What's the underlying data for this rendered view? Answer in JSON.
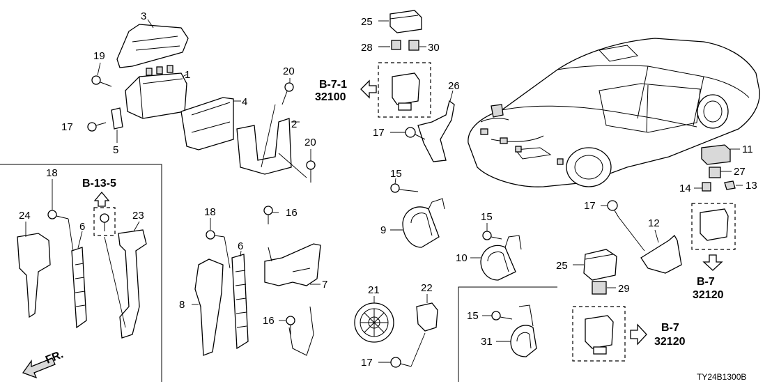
{
  "diagram_code": "TY24B1300B",
  "front_marker": "FR.",
  "callouts": [
    {
      "id": "c1",
      "text": "1"
    },
    {
      "id": "c2",
      "text": "2"
    },
    {
      "id": "c3",
      "text": "3"
    },
    {
      "id": "c4",
      "text": "4"
    },
    {
      "id": "c5",
      "text": "5"
    },
    {
      "id": "c6a",
      "text": "6"
    },
    {
      "id": "c6b",
      "text": "6"
    },
    {
      "id": "c7",
      "text": "7"
    },
    {
      "id": "c8",
      "text": "8"
    },
    {
      "id": "c9",
      "text": "9"
    },
    {
      "id": "c10",
      "text": "10"
    },
    {
      "id": "c11",
      "text": "11"
    },
    {
      "id": "c12",
      "text": "12"
    },
    {
      "id": "c13",
      "text": "13"
    },
    {
      "id": "c14",
      "text": "14"
    },
    {
      "id": "c15a",
      "text": "15"
    },
    {
      "id": "c15b",
      "text": "15"
    },
    {
      "id": "c15c",
      "text": "15"
    },
    {
      "id": "c16a",
      "text": "16"
    },
    {
      "id": "c16b",
      "text": "16"
    },
    {
      "id": "c17a",
      "text": "17"
    },
    {
      "id": "c17b",
      "text": "17"
    },
    {
      "id": "c17c",
      "text": "17"
    },
    {
      "id": "c17d",
      "text": "17"
    },
    {
      "id": "c18a",
      "text": "18"
    },
    {
      "id": "c18b",
      "text": "18"
    },
    {
      "id": "c19",
      "text": "19"
    },
    {
      "id": "c20a",
      "text": "20"
    },
    {
      "id": "c20b",
      "text": "20"
    },
    {
      "id": "c21",
      "text": "21"
    },
    {
      "id": "c22",
      "text": "22"
    },
    {
      "id": "c23",
      "text": "23"
    },
    {
      "id": "c24",
      "text": "24"
    },
    {
      "id": "c25a",
      "text": "25"
    },
    {
      "id": "c25b",
      "text": "25"
    },
    {
      "id": "c26",
      "text": "26"
    },
    {
      "id": "c27",
      "text": "27"
    },
    {
      "id": "c28",
      "text": "28"
    },
    {
      "id": "c29",
      "text": "29"
    },
    {
      "id": "c30",
      "text": "30"
    },
    {
      "id": "c31",
      "text": "31"
    }
  ],
  "references": [
    {
      "id": "ref_b71",
      "code": "B-7-1",
      "number": "32100"
    },
    {
      "id": "ref_b135",
      "code": "B-13-5",
      "number": ""
    },
    {
      "id": "ref_b7_upper",
      "code": "B-7",
      "number": "32120"
    },
    {
      "id": "ref_b7_lower",
      "code": "B-7",
      "number": "32120"
    }
  ]
}
